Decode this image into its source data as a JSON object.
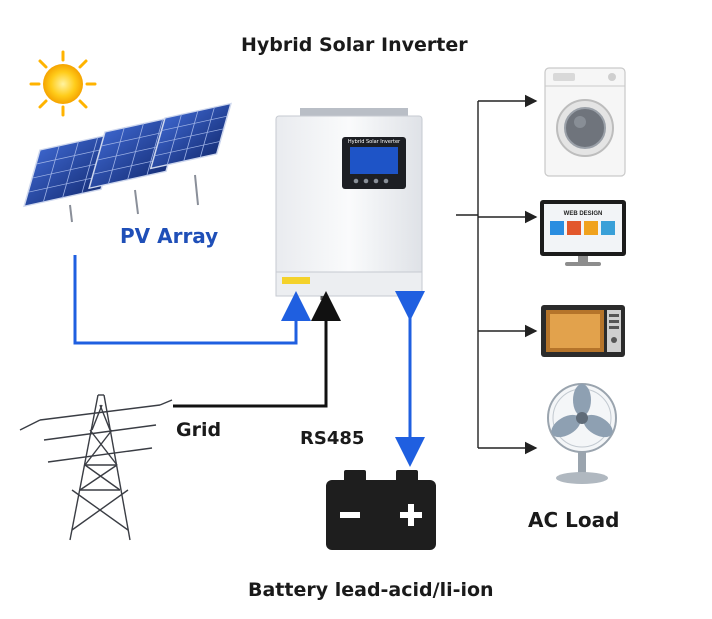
{
  "title": "Hybrid Solar Inverter",
  "nodes": {
    "pv": {
      "label": "PV Array"
    },
    "grid": {
      "label": "Grid"
    },
    "battery": {
      "label": "Battery lead-acid/li-ion",
      "comm_label": "RS485"
    },
    "ac_load": {
      "label": "AC Load"
    }
  },
  "inverter": {
    "screen_title": "Hybrid Solar Inverter"
  },
  "monitor": {
    "screen_text": "WEB DESIGN"
  },
  "colors": {
    "pv_line": "#1f5fe0",
    "grid_line": "#111111",
    "battery_line": "#1f5fe0",
    "load_line": "#222222"
  }
}
